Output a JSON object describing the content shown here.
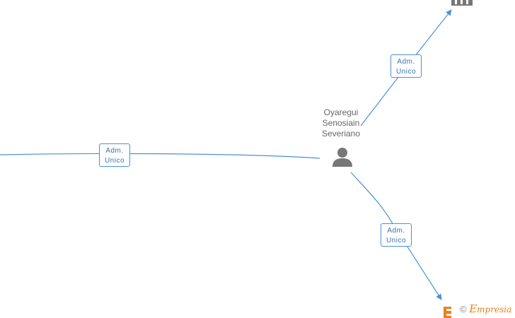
{
  "person": {
    "name_lines": [
      "Oyaregui",
      "Senosiain",
      "Severiano"
    ],
    "icon": "person-icon"
  },
  "edges": [
    {
      "role_line1": "Adm.",
      "role_line2": "Unico"
    },
    {
      "role_line1": "Adm.",
      "role_line2": "Unico"
    },
    {
      "role_line1": "Adm.",
      "role_line2": "Unico"
    }
  ],
  "nodes": {
    "top_right": {
      "icon": "building-icon"
    },
    "bottom_right": {
      "icon": "company-e-icon"
    }
  },
  "footer": {
    "copyright_symbol": "©",
    "brand_initial": "E",
    "brand_rest": "mpresia"
  },
  "colors": {
    "edge": "#4a90d9",
    "label_text": "#3b6fb5",
    "icon_gray": "#777777",
    "brand_orange": "#f07d1a"
  }
}
